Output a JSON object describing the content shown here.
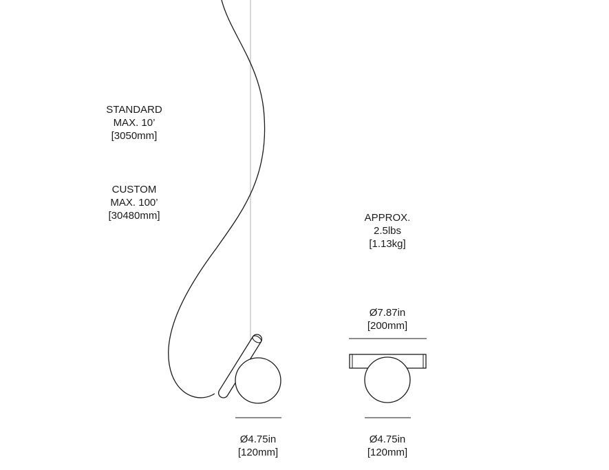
{
  "standard": {
    "line1": "STANDARD",
    "line2": "MAX. 10’",
    "line3": "[3050mm]"
  },
  "custom": {
    "line1": "CUSTOM",
    "line2": "MAX. 100’",
    "line3": "[30480mm]"
  },
  "weight": {
    "line1": "APPROX.",
    "line2": "2.5lbs",
    "line3": "[1.13kg]"
  },
  "bar_width": {
    "line1": "Ø7.87in",
    "line2": "[200mm]"
  },
  "globe_side": {
    "line1": "Ø4.75in",
    "line2": "[120mm]"
  },
  "globe_front": {
    "line1": "Ø4.75in",
    "line2": "[120mm]"
  },
  "colors": {
    "line": "#1a1a1a",
    "cord": "#bdbdbd"
  }
}
